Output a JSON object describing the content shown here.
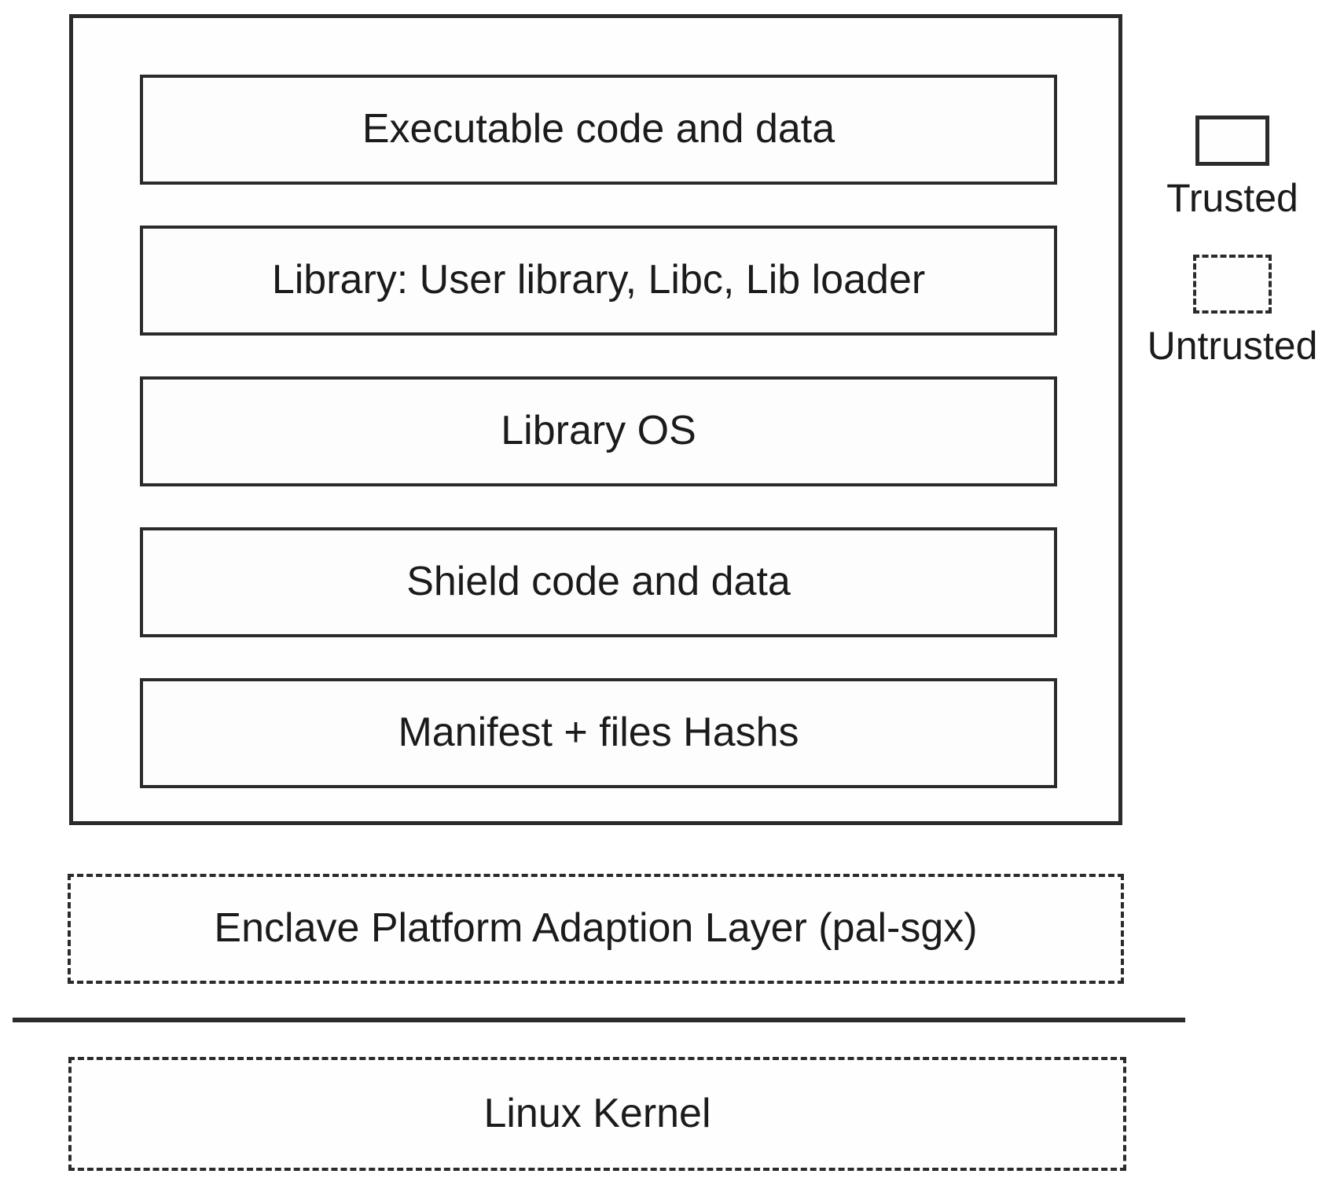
{
  "diagram": {
    "enclave": {
      "layers": [
        {
          "label": "Executable code and data"
        },
        {
          "label": "Library: User library, Libc, Lib loader"
        },
        {
          "label": "Library OS"
        },
        {
          "label": "Shield code and data"
        },
        {
          "label": "Manifest + files Hashs"
        }
      ]
    },
    "untrusted": {
      "pal_label": "Enclave Platform Adaption Layer (pal-sgx)",
      "kernel_label": "Linux Kernel"
    },
    "legend": {
      "trusted_label": "Trusted",
      "untrusted_label": "Untrusted",
      "trusted_border_style": "solid",
      "untrusted_border_style": "dashed"
    },
    "colors": {
      "border": "#2b2b2b",
      "text": "#1b1b1b",
      "background": "#ffffff"
    }
  }
}
